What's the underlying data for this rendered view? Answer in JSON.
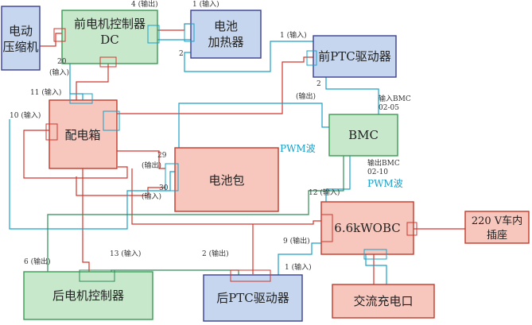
{
  "colors": {
    "red_wire": "#d2372d",
    "cyan_wire": "#1aa0c8",
    "green_wire": "#2e8b57",
    "blue_box_fill": "#c6d6ee",
    "blue_box_stroke": "#3a3f8f",
    "red_box_fill": "#f7c6bd",
    "red_box_stroke": "#c23b2c",
    "green_box_fill": "#c8e8cc",
    "green_box_stroke": "#3d9a55"
  },
  "blocks": {
    "compressor": [
      "电动",
      "压缩机"
    ],
    "front_controller": [
      "前电机控制器",
      "DC"
    ],
    "battery_heater": [
      "电池",
      "加热器"
    ],
    "front_ptc": "前PTC驱动器",
    "distribution_box": "配电箱",
    "bmc": "BMC",
    "battery_pack": "电池包",
    "obc": "6.6kWOBC",
    "vehicle_socket": [
      "220 V车内",
      "插座"
    ],
    "rear_controller": "后电机控制器",
    "rear_ptc": "后PTC驱动器",
    "ac_charge_port": "交流充电口"
  },
  "ports": {
    "fc_out": "4 (输出)",
    "heater_in": "1 (输入)",
    "heater_2": "2",
    "fptc_in": "1 (输入)",
    "fptc_2": "2",
    "fptc_out": "(输出)",
    "fc_20": "20",
    "fc_20_in": "(输入)",
    "dist_11": "11 (输入)",
    "dist_10": "10 (输入)",
    "pack_29": "29",
    "pack_29_out": "(输出)",
    "pack_30": "30",
    "pack_30_in": "(输入)",
    "bmc_in_1": "输入BMC",
    "bmc_in_2": "02-05",
    "bmc_out_1": "输出BMC",
    "bmc_out_2": "02-10",
    "obc_12": "12 (输入)",
    "obc_9": "9 (输出)",
    "rc_6": "6 (输出)",
    "rc_13": "13 (输入)",
    "rptc_2": "2 (输出)",
    "rptc_1": "1 (输入)"
  },
  "signals": {
    "pwm_top": "PWM波",
    "pwm_bottom": "PWM波"
  }
}
